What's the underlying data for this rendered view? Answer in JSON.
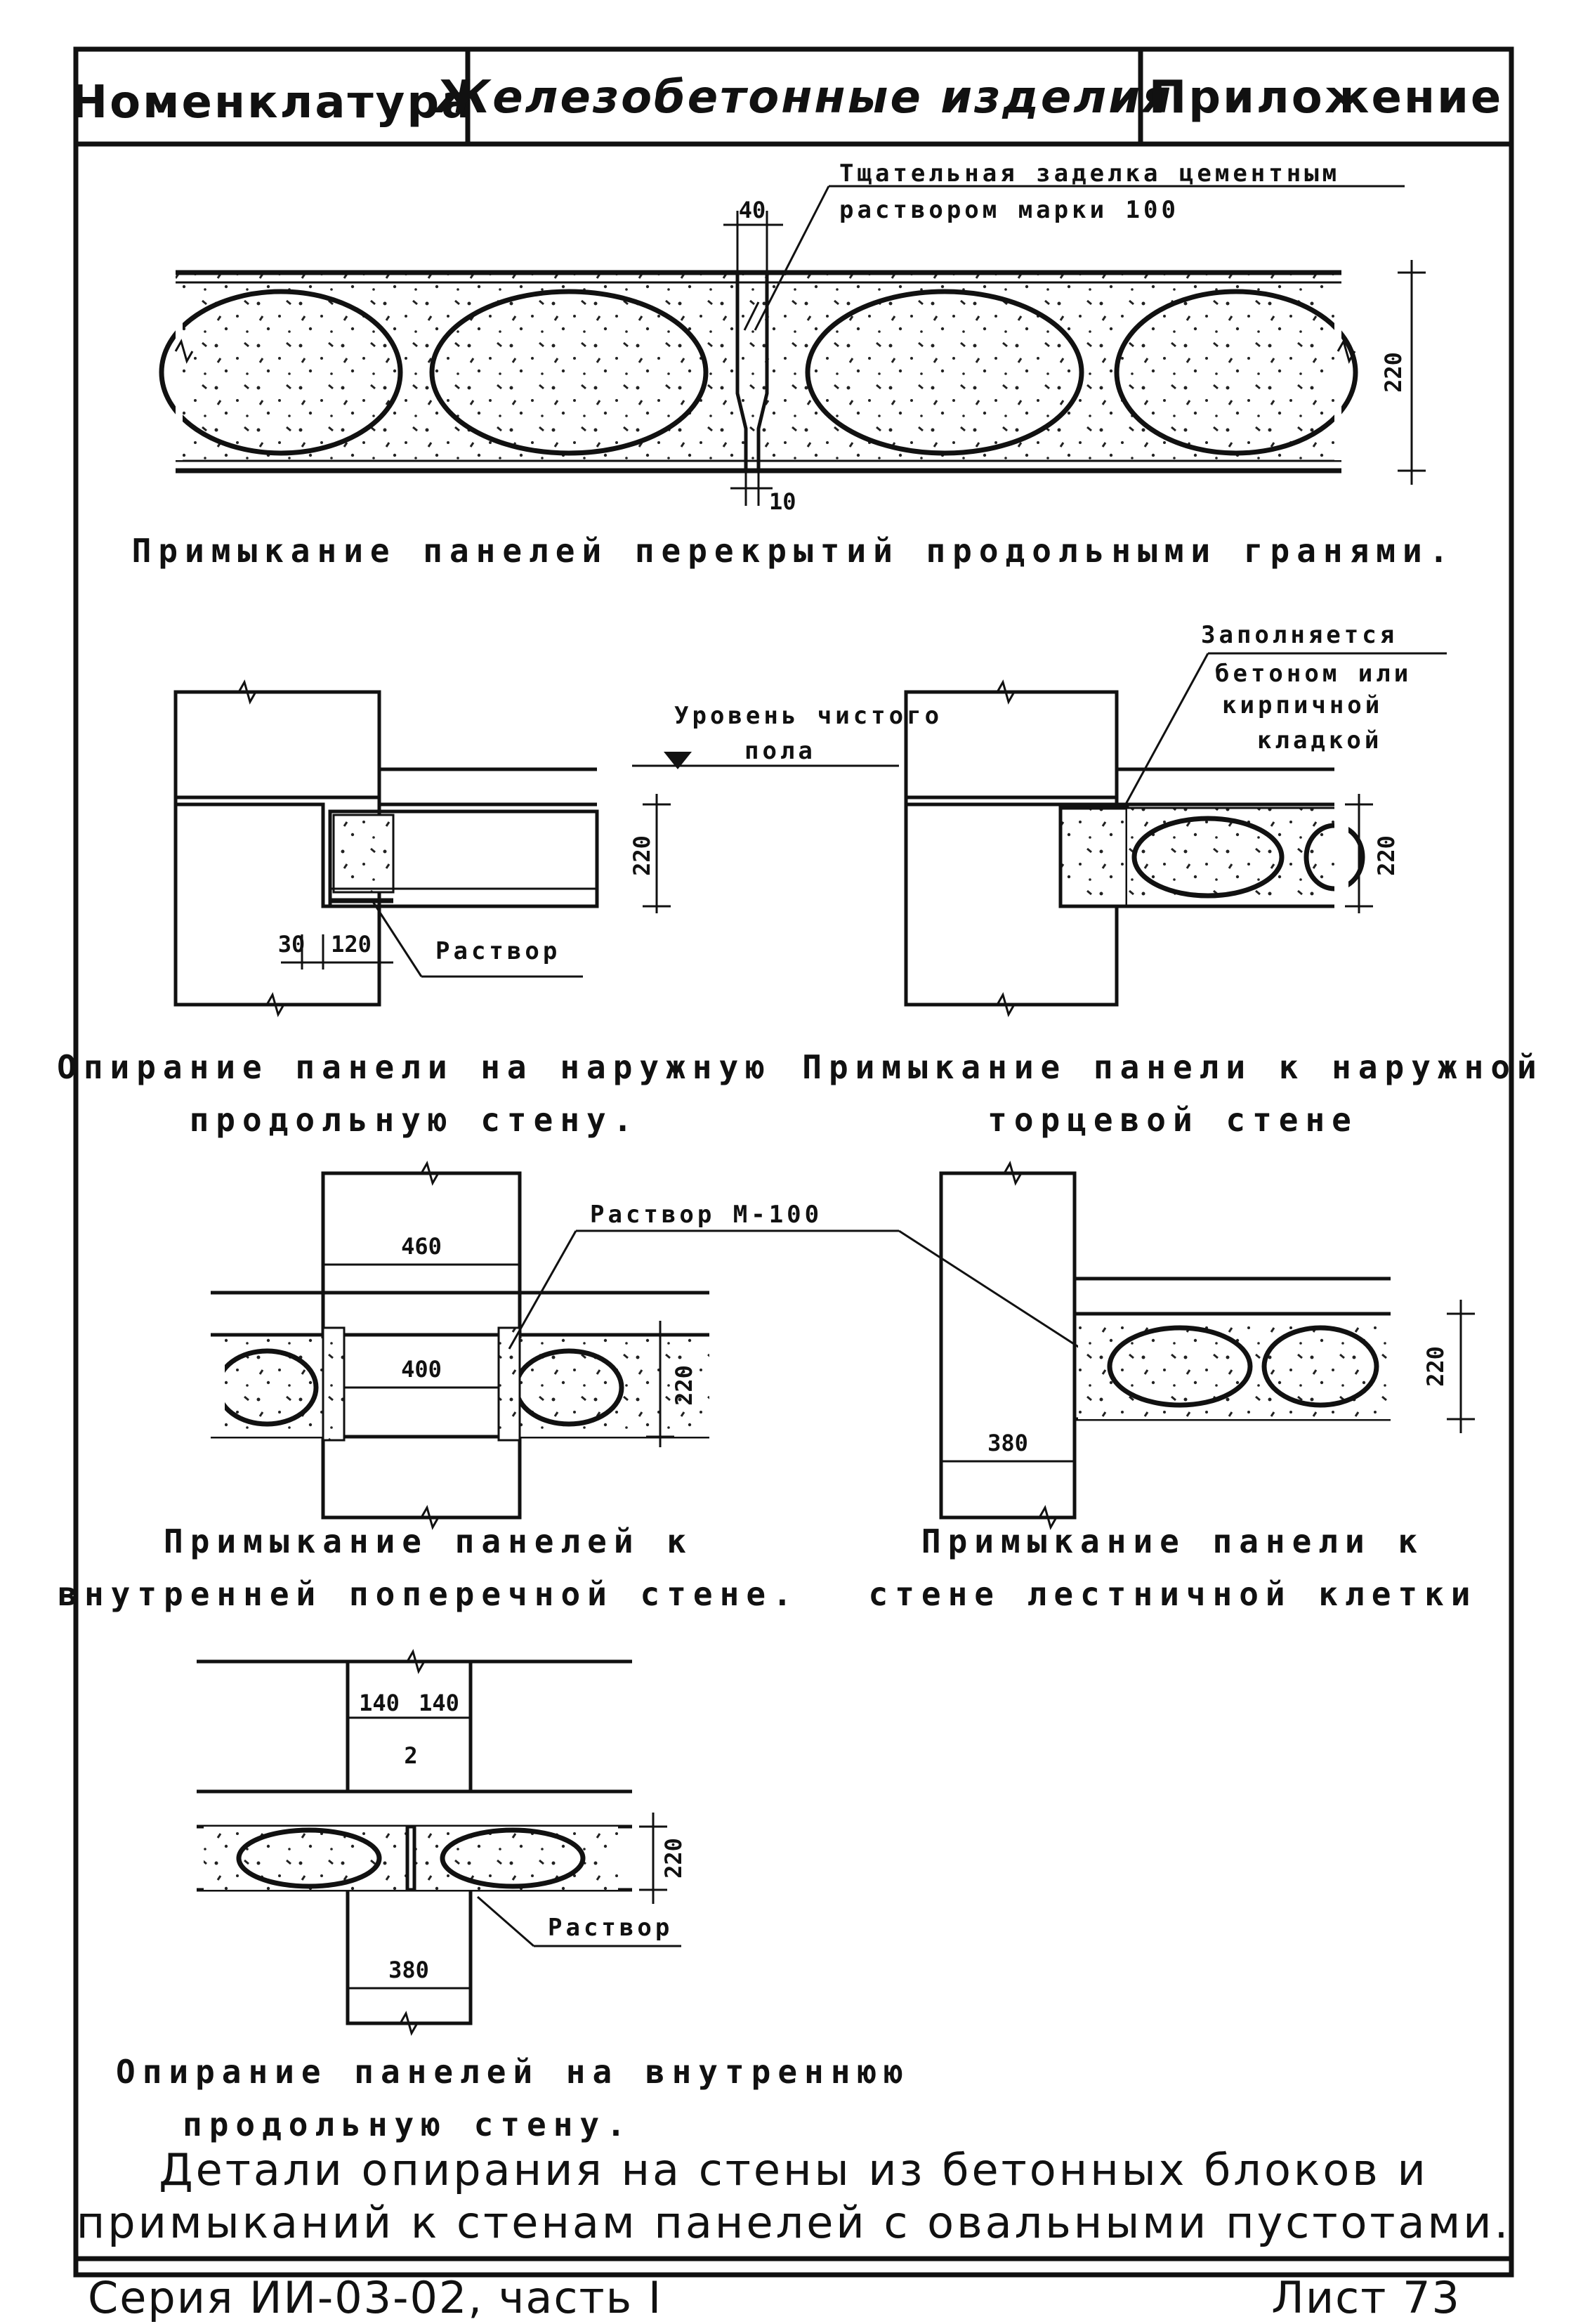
{
  "header": {
    "col1": "Номенклатура",
    "col2": "Железобетонные изделия",
    "col3": "Приложение"
  },
  "detail1": {
    "note_line1": "Тщательная заделка цементным",
    "note_line2": "раствором марки 100",
    "dim_gap_top": "40",
    "dim_gap_bottom": "10",
    "dim_height": "220",
    "caption": "Примыкание панелей перекрытий продольными гранями."
  },
  "detail2": {
    "dim_a": "30",
    "dim_b": "120",
    "dim_height": "220",
    "mortar": "Раствор",
    "caption_line1": "Опирание панели на наружную",
    "caption_line2": "продольную стену."
  },
  "floor_level": {
    "line1": "Уровень чистого",
    "line2": "пола"
  },
  "detail3": {
    "note_line1": "Заполняется",
    "note_line2": "бетоном или",
    "note_line3": "кирпичной",
    "note_line4": "кладкой",
    "dim_height": "220",
    "caption_line1": "Примыкание панели к наружной",
    "caption_line2": "торцевой стене"
  },
  "detail4": {
    "dim_wall": "460",
    "dim_inner": "400",
    "dim_height": "220",
    "mortar": "Раствор М-100",
    "caption_line1": "Примыкание панелей к",
    "caption_line2": "внутренней поперечной стене."
  },
  "detail5": {
    "dim_wall": "380",
    "dim_height": "220",
    "caption_line1": "Примыкание панели к",
    "caption_line2": "стене лестничной клетки"
  },
  "detail6": {
    "dim_left": "140",
    "dim_right": "140",
    "dim_gap": "2",
    "dim_wall": "380",
    "dim_height": "220",
    "mortar": "Раствор",
    "caption_line1": "Опирание панелей на внутреннюю",
    "caption_line2": "продольную стену."
  },
  "title": {
    "line1": "Детали опирания на стены из бетонных блоков и",
    "line2": "примыканий к стенам панелей с овальными пустотами."
  },
  "footer": {
    "series": "Серия ИИ-03-02, часть I",
    "sheet": "Лист 73"
  }
}
